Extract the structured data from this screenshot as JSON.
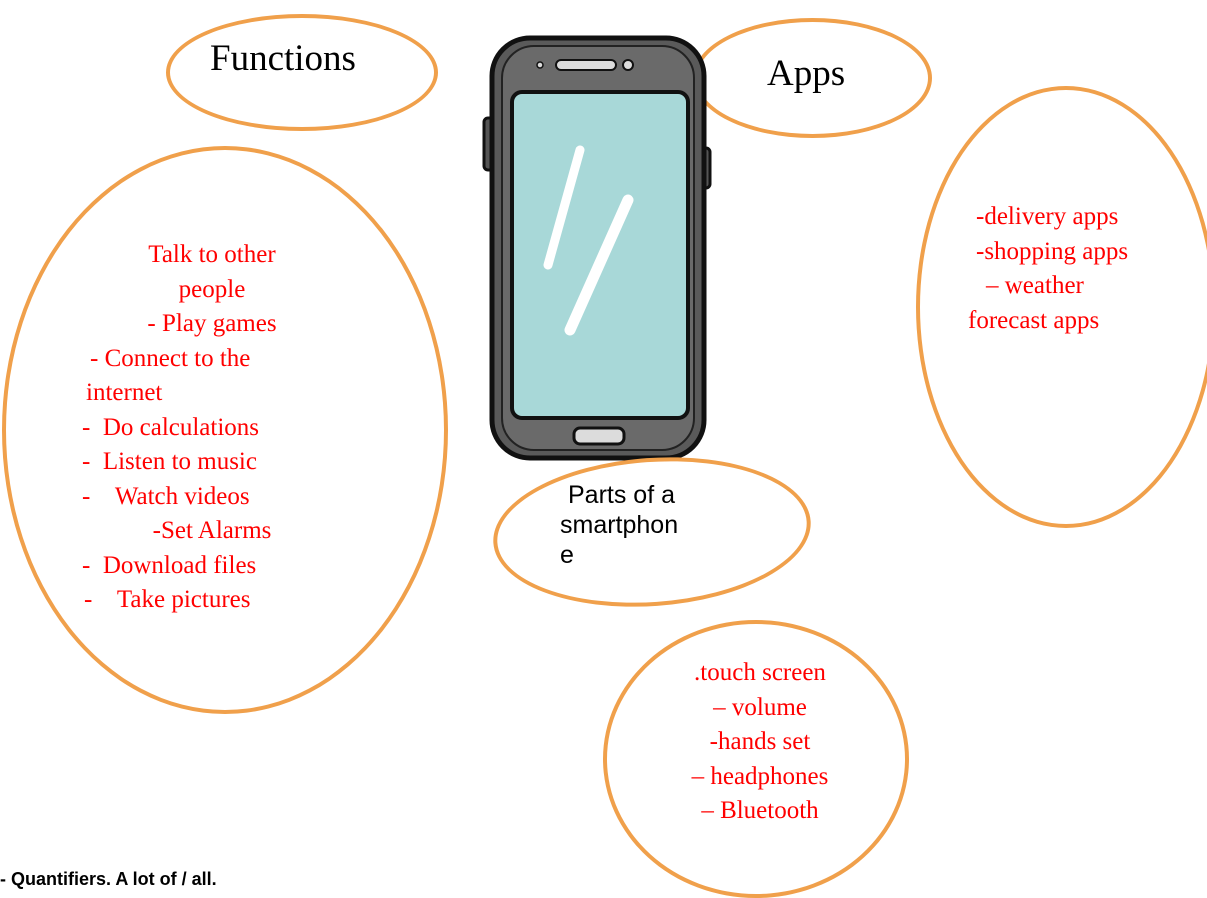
{
  "colors": {
    "ellipse_border": "#f0a04b",
    "list_text": "#ff0000",
    "phone_screen": "#a8d8d8",
    "phone_body": "#5a5a5a"
  },
  "functions_title": "Functions",
  "apps_title": "Apps",
  "parts_title_lines": [
    "Parts of a",
    "smartphon",
    "e"
  ],
  "functions_list": [
    "Talk to other",
    "people",
    "- Play games",
    "- Connect to the",
    "internet",
    "-  Do calculations",
    "-  Listen to music",
    "-    Watch videos",
    "-Set Alarms",
    "-  Download files",
    "-    Take pictures"
  ],
  "apps_list": [
    "-delivery apps",
    "-shopping apps",
    "– weather",
    "forecast apps"
  ],
  "parts_list": [
    ".touch screen",
    "– volume",
    "-hands set",
    "– headphones",
    "– Bluetooth"
  ],
  "bottom_heading": "- Quantifiers. A lot of / all."
}
